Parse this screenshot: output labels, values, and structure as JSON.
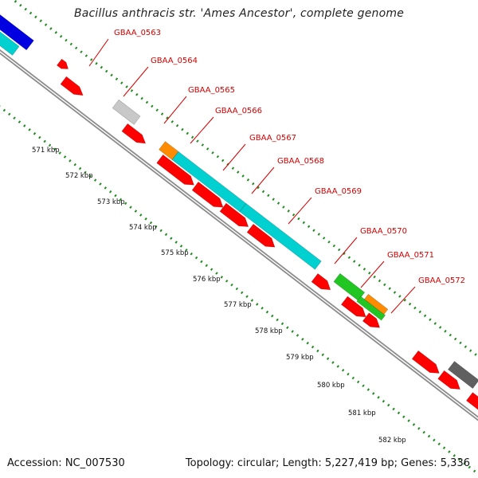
{
  "title": "Bacillus anthracis str. 'Ames Ancestor', complete genome",
  "footer": {
    "accession": "Accession: NC_007530",
    "summary": "Topology: circular; Length: 5,227,419 bp; Genes: 5,336"
  },
  "colors": {
    "forward_cds": "#ff0000",
    "cyan_feature": "#00d0d0",
    "blue_feature": "#0000e0",
    "grey_feature": "#c8c8c8",
    "dark_grey_feature": "#606060",
    "orange_feature": "#ff8c00",
    "green_feature": "#22c622",
    "backbone": "#8c8c8c",
    "ticks": "#228b22",
    "label_color": "#d40000"
  },
  "gene_labels": [
    "GBAA_0563",
    "GBAA_0564",
    "GBAA_0565",
    "GBAA_0566",
    "GBAA_0567",
    "GBAA_0568",
    "GBAA_0569",
    "GBAA_0570",
    "GBAA_0571",
    "GBAA_0572"
  ],
  "kbp_labels": [
    "571 kbp",
    "572 kbp",
    "573 kbp",
    "574 kbp",
    "575 kbp",
    "576 kbp",
    "577 kbp",
    "578 kbp",
    "579 kbp",
    "580 kbp",
    "581 kbp",
    "582 kbp"
  ]
}
